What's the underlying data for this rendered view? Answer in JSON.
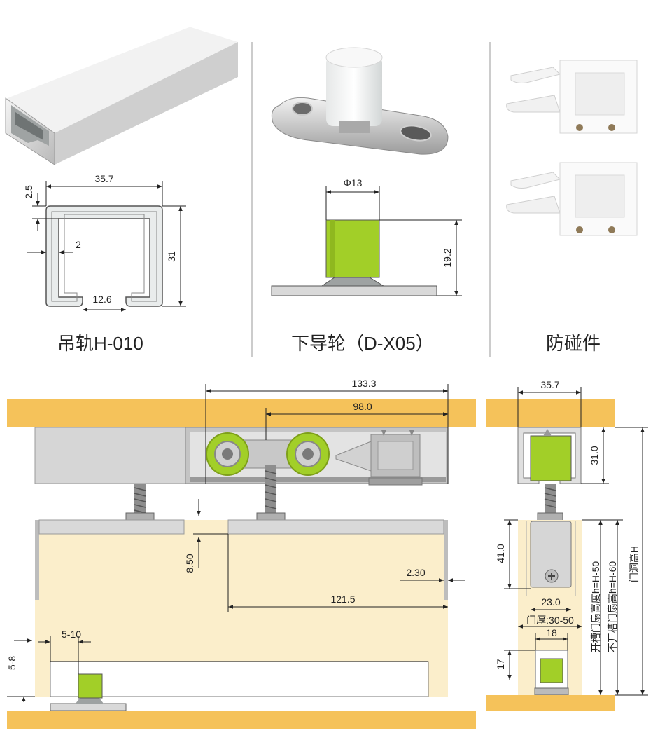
{
  "captions": {
    "rail": "吊轨H-010",
    "guide": "下导轮（D-X05）",
    "stopper": "防碰件"
  },
  "rail_dims": {
    "width": "35.7",
    "wall": "2.5",
    "thickness": "2",
    "height": "31",
    "slot": "12.6"
  },
  "guide_dims": {
    "dia": "Φ13",
    "height": "19.2"
  },
  "front_dims": {
    "total": "133.3",
    "spacing": "98.0",
    "gap": "8.50",
    "door_offset": "2.30",
    "length": "121.5",
    "end": "5-10",
    "bottom": "5-8"
  },
  "side_dims": {
    "rail_w": "35.7",
    "rail_h": "31.0",
    "hanger_h": "41.0",
    "plate_w": "23.0",
    "thickness": "门厚:30-50",
    "slot_w": "18",
    "slot_h": "17"
  },
  "side_labels": {
    "slotted": "开槽门扇高度h=H-50",
    "unslotted": "不开槽门扇高h=H-60",
    "opening": "门洞高H"
  },
  "colors": {
    "wood": "#f5c25a",
    "door": "#fbeecb",
    "metal": "#d9d9d9",
    "roller": "#a2cf28"
  }
}
